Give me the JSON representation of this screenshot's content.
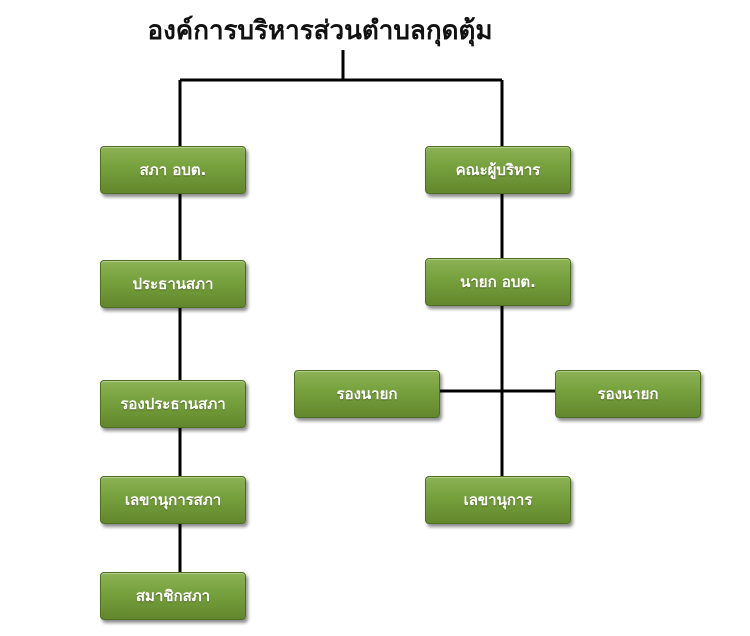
{
  "title": "องค์การบริหารส่วนตำบลกุดตุ้ม",
  "left_branch": {
    "council": "สภา อบต.",
    "chairman": "ประธานสภา",
    "vice_chairman": "รองประธานสภา",
    "secretary": "เลขานุการสภา",
    "members": "สมาชิกสภา"
  },
  "right_branch": {
    "executive": "คณะผู้บริหาร",
    "mayor": "นายก อบต.",
    "deputy_left": "รองนายก",
    "deputy_right": "รองนายก",
    "secretary": "เลขานุการ"
  },
  "colors": {
    "box_fill": "#76a03c",
    "box_border": "#4e6e22",
    "line": "#000000"
  }
}
